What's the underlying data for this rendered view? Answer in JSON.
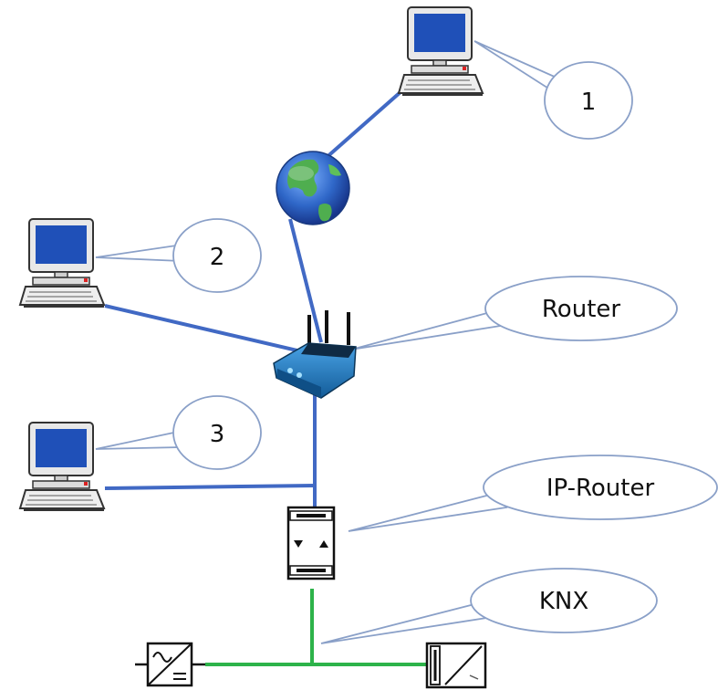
{
  "diagram": {
    "callouts": {
      "pc1": "1",
      "pc2": "2",
      "pc3": "3",
      "router": "Router",
      "ip_router": "IP-Router",
      "knx": "KNX"
    },
    "colors": {
      "ethernet_link": "#4169c4",
      "knx_bus": "#2db34a",
      "callout_stroke": "#8aa0c8",
      "monitor_screen": "#1f50b8",
      "router_body": "#2a7fc1"
    },
    "icons": [
      "computer-icon",
      "globe-icon",
      "wifi-router-icon",
      "ip-router-device-icon",
      "power-supply-icon",
      "knx-device-icon"
    ]
  }
}
